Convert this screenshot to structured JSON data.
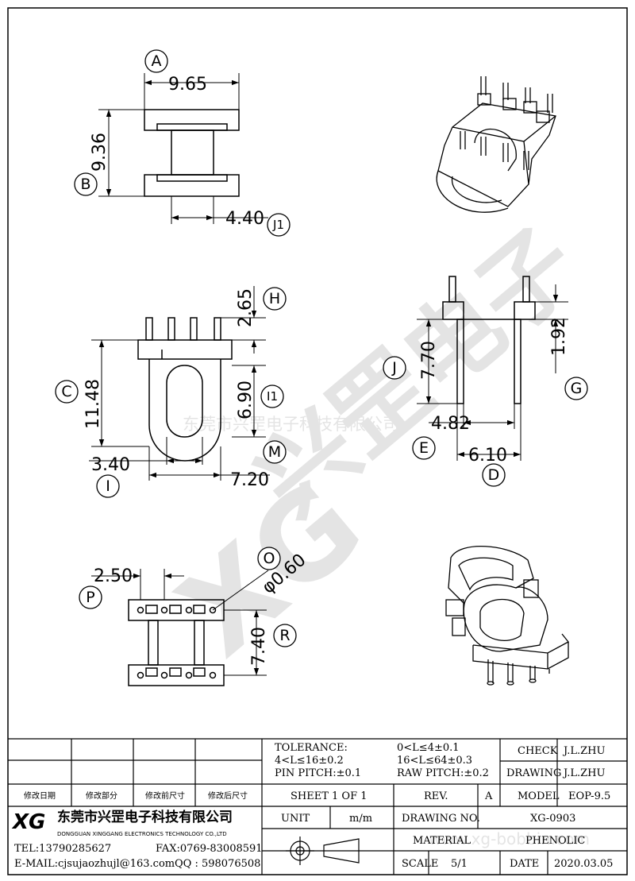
{
  "dimensions": {
    "a": "9.65",
    "b": "9.36",
    "j1": "4.40",
    "h": "2.65",
    "c": "11.48",
    "i1": "6.90",
    "i": "3.40",
    "m": "7.20",
    "j": "7.70",
    "g": "1.92",
    "e": "4.82",
    "d": "6.10",
    "p": "2.50",
    "o": "φ0.60",
    "r": "7.40"
  },
  "callouts": {
    "a": "A",
    "b": "B",
    "j1": "J1",
    "h": "H",
    "c": "C",
    "i1": "I1",
    "m": "M",
    "i": "I",
    "j": "J",
    "g": "G",
    "e": "E",
    "d": "D",
    "o": "O",
    "p": "P",
    "r": "R"
  },
  "watermark": {
    "center_text": "东莞市兴罡电子科技有限公司",
    "url": "www.xg-bobbin.com"
  },
  "title_block": {
    "tolerance_label": "TOLERANCE:",
    "tol_1": "0<L≤4±0.1",
    "tol_2": "4<L≤16±0.2",
    "tol_3": "16<L≤64±0.3",
    "pin_pitch": "PIN PITCH:±0.1",
    "raw_pitch": "RAW PITCH:±0.2",
    "check_label": "CHECK",
    "check_value": "J.L.ZHU",
    "drawing_label": "DRAWING",
    "drawing_value": "J.L.ZHU",
    "revision_headers": [
      "修改日期",
      "修改部分",
      "修改前尺寸",
      "修改后尺寸"
    ],
    "sheet": "SHEET 1 OF 1",
    "rev_label": "REV.",
    "rev_value": "A",
    "model_label": "MODEL",
    "model_value": "EOP-9.5",
    "unit_label": "UNIT",
    "unit_value": "m/m",
    "drawing_no_label": "DRAWING NO.",
    "drawing_no_value": "XG-0903",
    "material_label": "MATERIAL",
    "material_value": "PHENOLIC",
    "scale_label": "SCALE",
    "scale_value": "5/1",
    "date_label": "DATE",
    "date_value": "2020.03.05"
  },
  "company": {
    "logo": "XG",
    "name_cn": "东莞市兴罡电子科技有限公司",
    "name_en": "DONGGUAN XINGGANG ELECTRONICS TECHNOLOGY CO.,LTD",
    "tel": "TEL:13790285627",
    "fax": "FAX:0769-83008591",
    "email": "E-MAIL:cjsujaozhujl@163.com",
    "qq": "QQ : 598076508"
  }
}
